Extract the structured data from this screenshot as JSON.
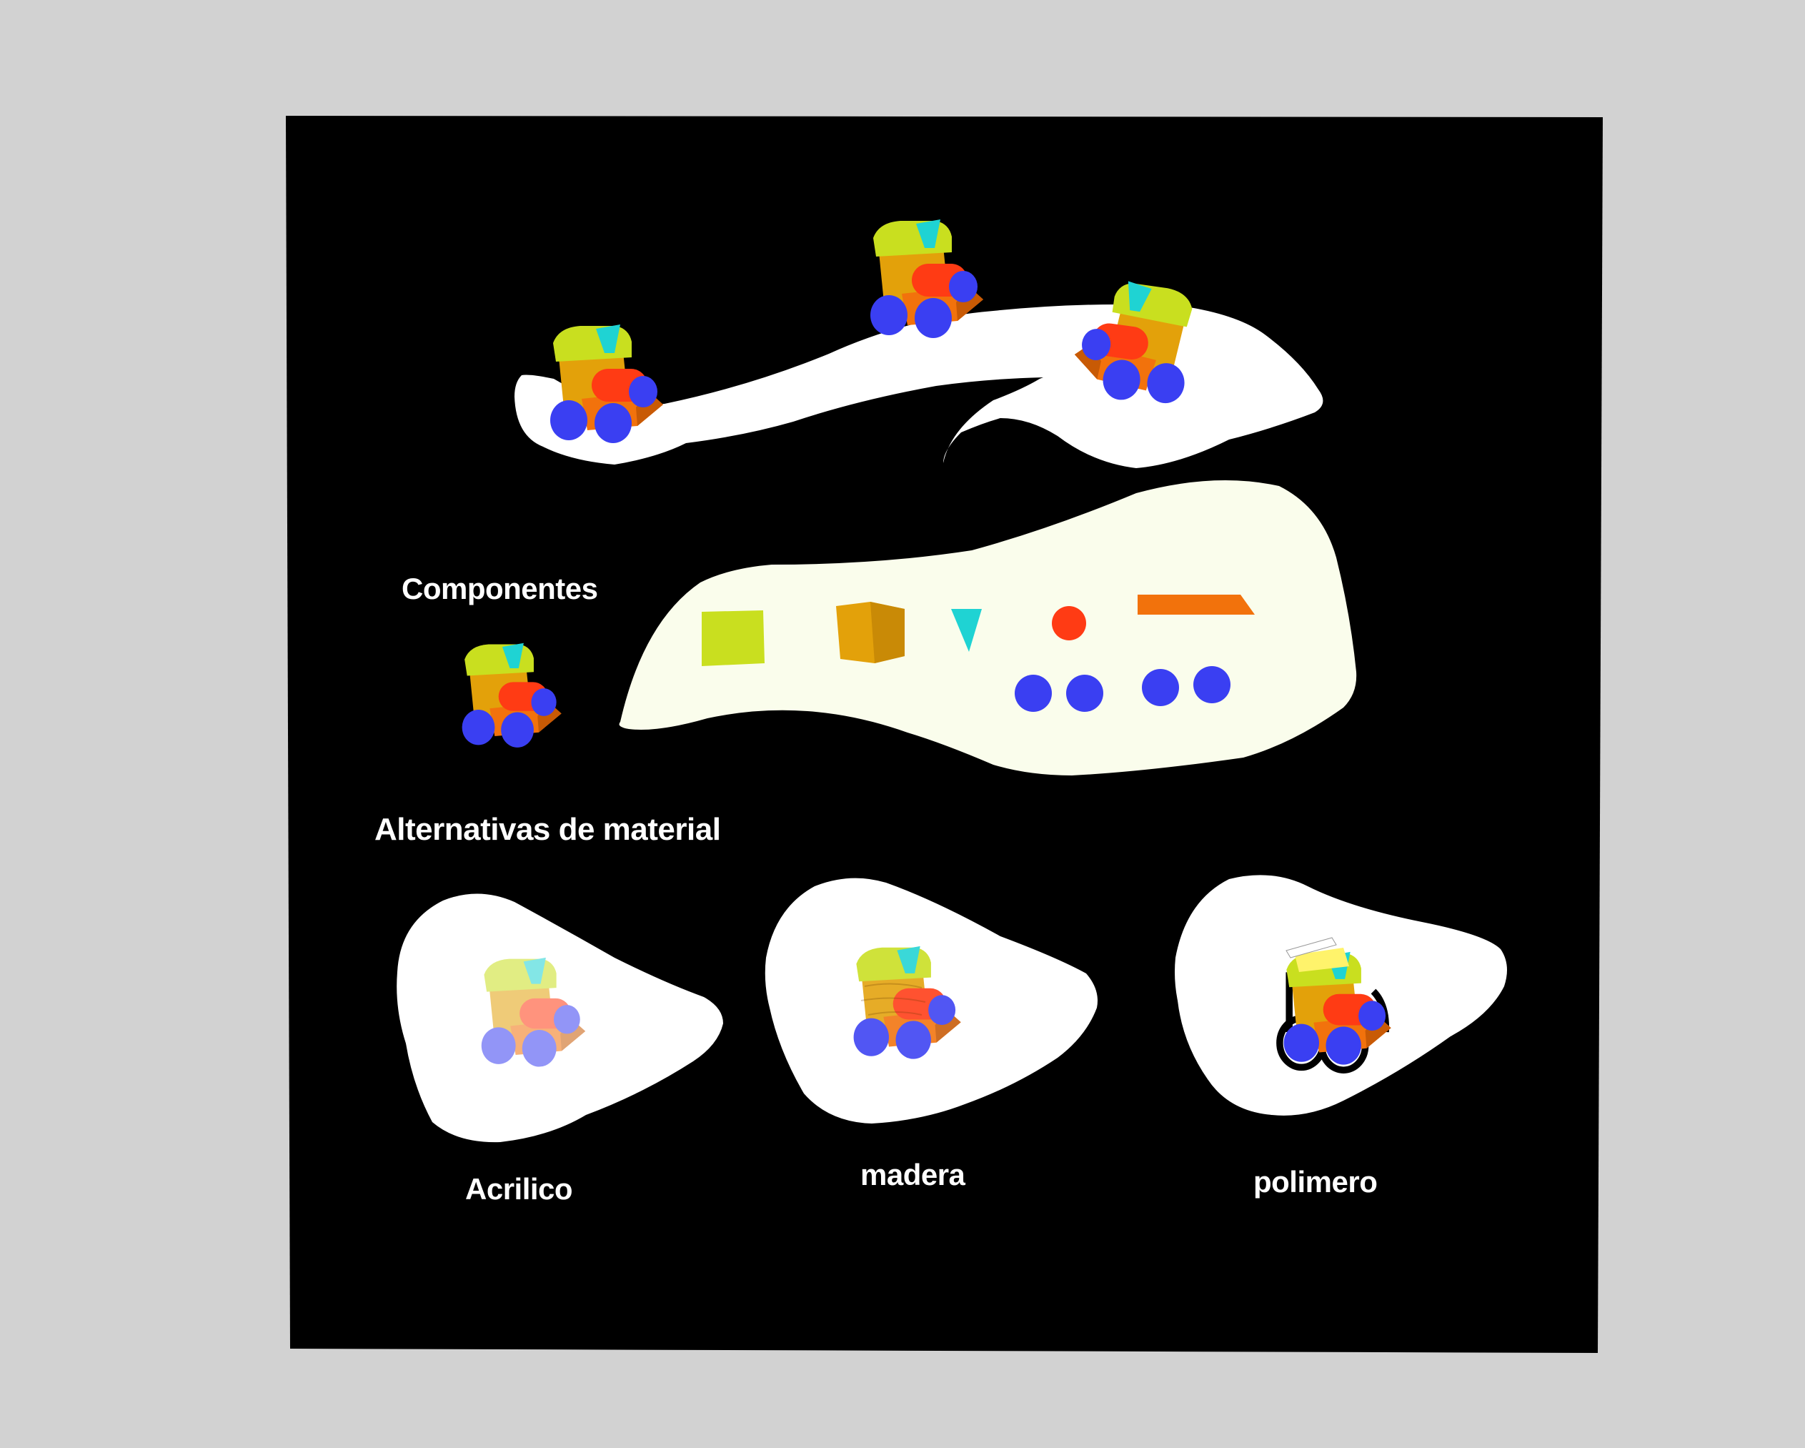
{
  "labels": {
    "components": "Componentes",
    "materials_title": "Alternativas de material",
    "material_1": "Acrilico",
    "material_2": "madera",
    "material_3": "polimero"
  },
  "colors": {
    "page_background": "#d2d2d2",
    "board": "#000000",
    "blob_white": "#ffffff",
    "blob_cream": "#fafdec",
    "roof": "#c9df1f",
    "cab": "#e3a10a",
    "boiler": "#ff3b14",
    "chimney": "#1fd3d3",
    "base": "#f2720c",
    "wheel": "#3a3ff2"
  }
}
